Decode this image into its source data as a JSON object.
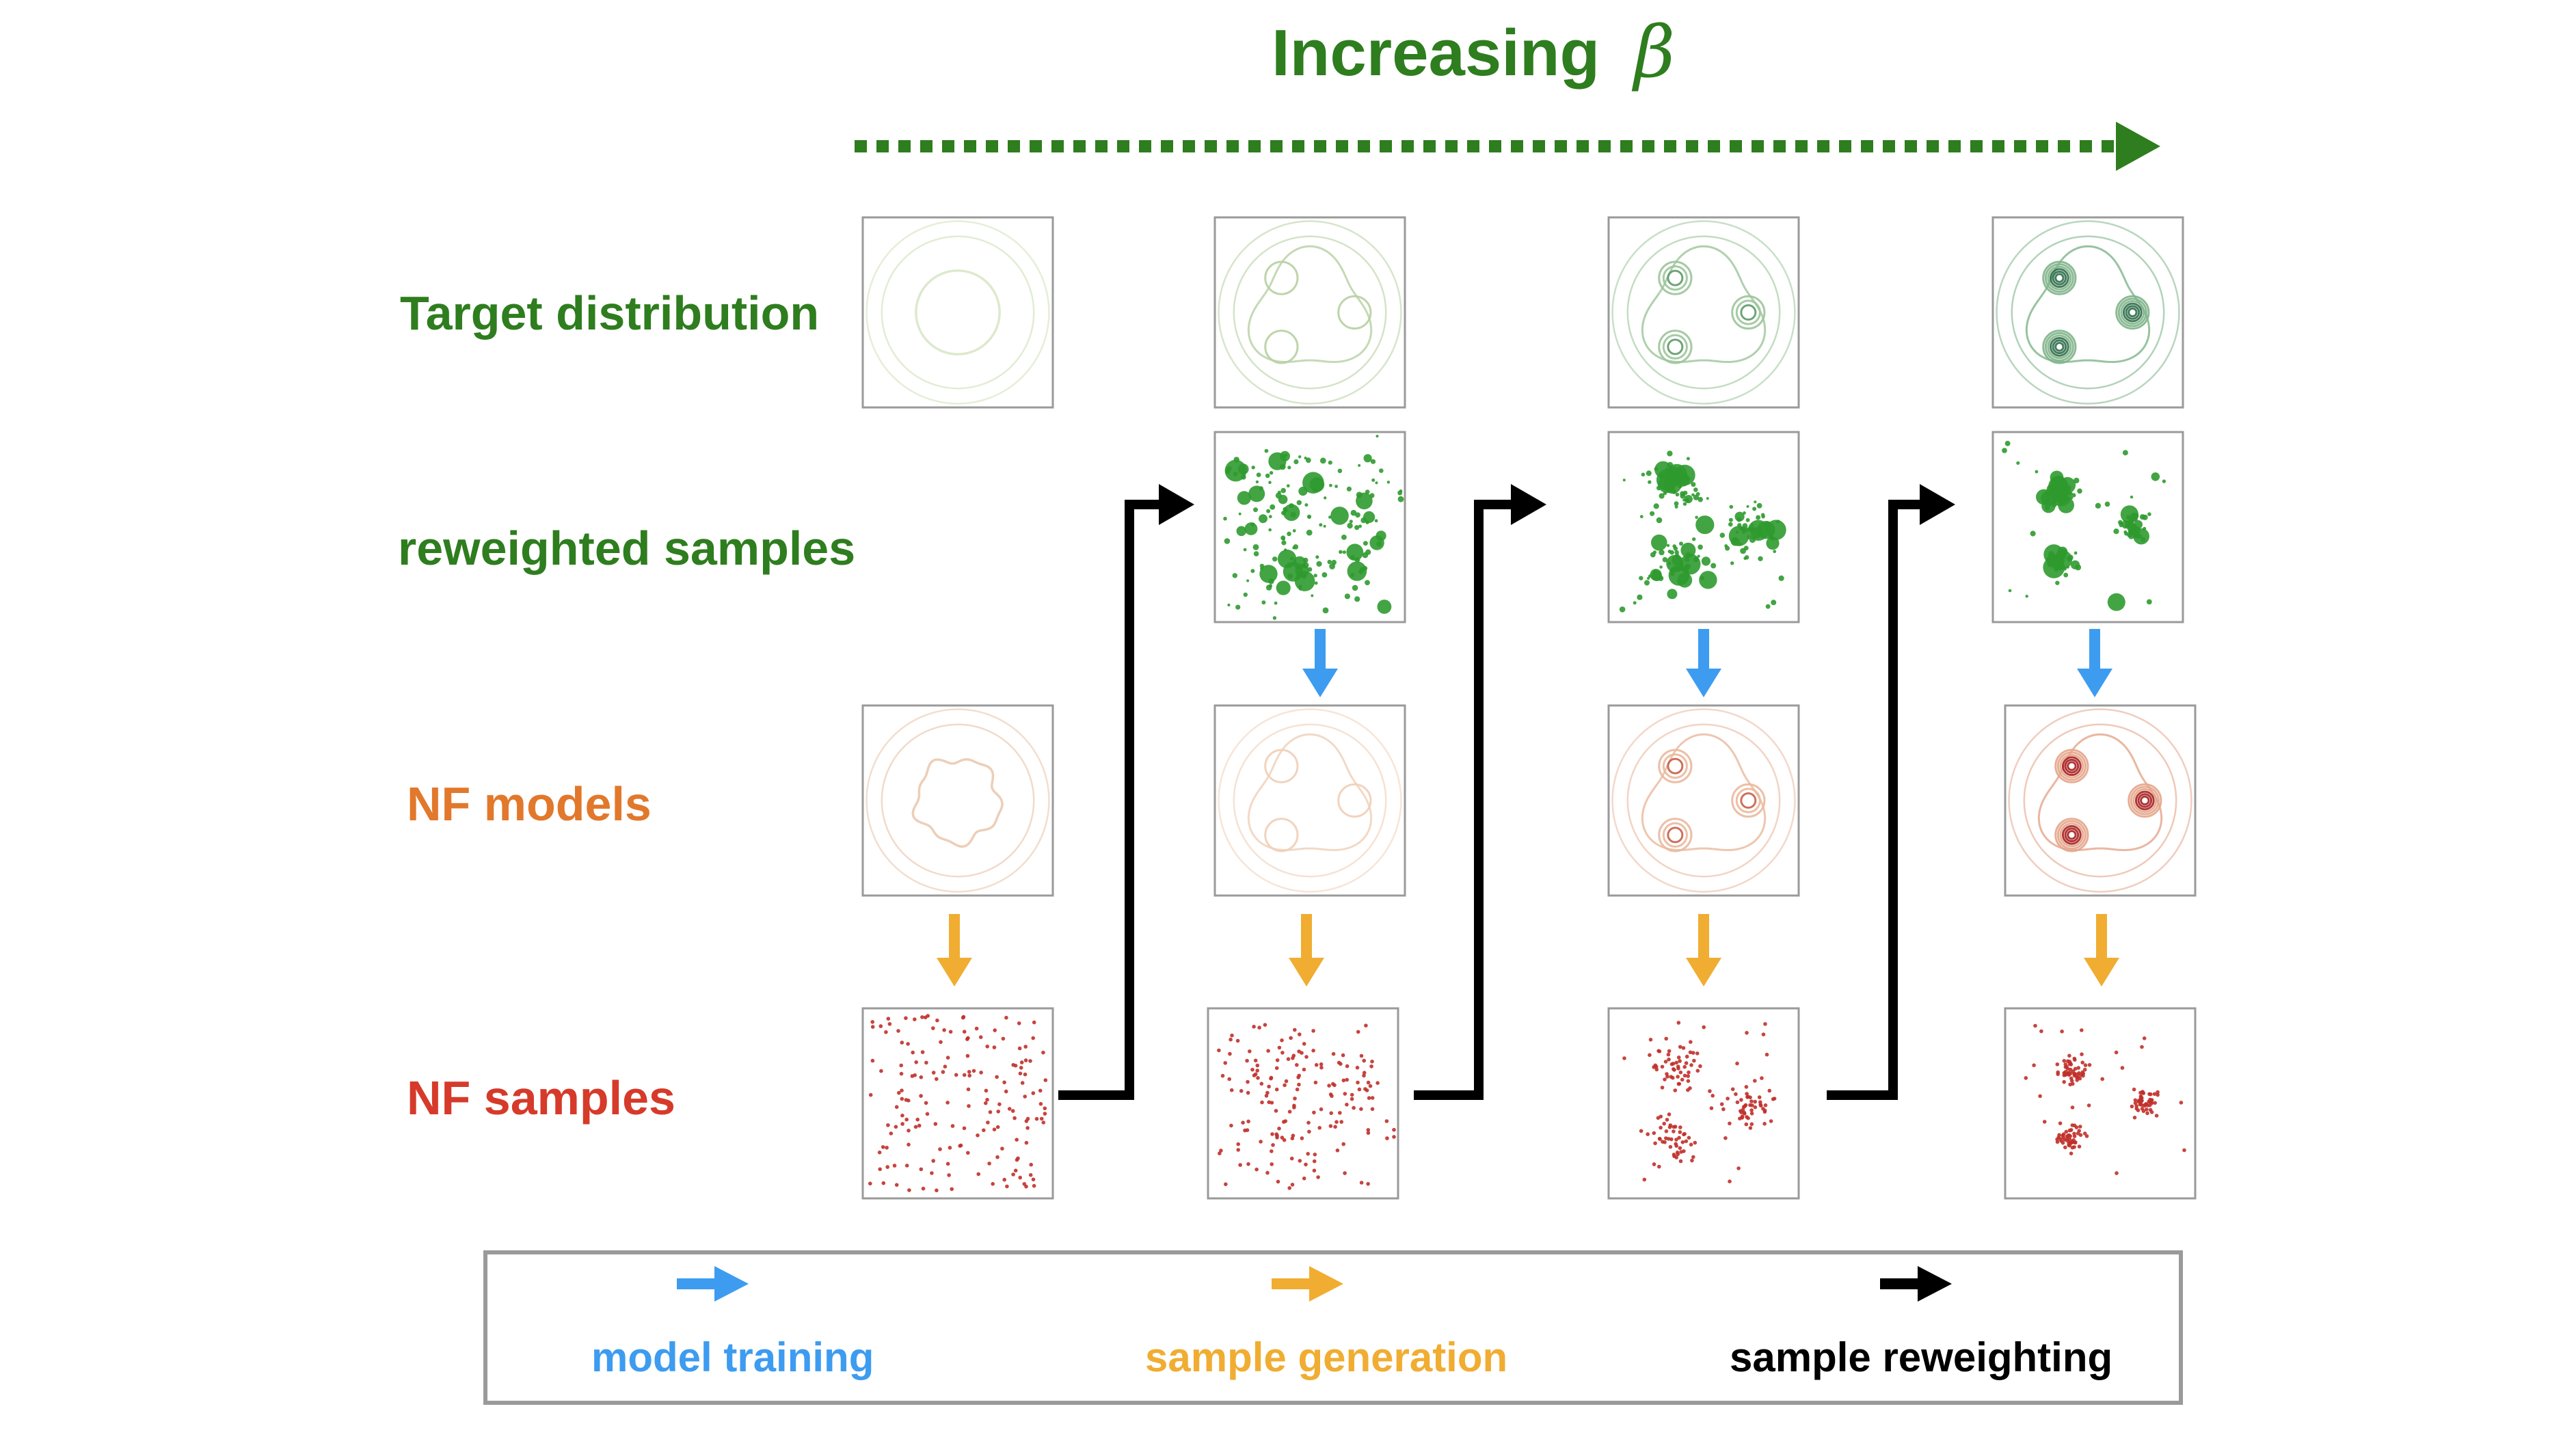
{
  "header": {
    "title": "Increasing",
    "symbol": "β"
  },
  "rows": {
    "target": "Target distribution",
    "reweighted": "reweighted samples",
    "nf_models": "NF models",
    "nf_samples": "NF samples"
  },
  "legend": {
    "model_training": "model training",
    "sample_generation": "sample generation",
    "sample_reweighting": "sample reweighting"
  },
  "colors": {
    "green_text": "#2e7d1e",
    "orange_text": "#e2782b",
    "red_text": "#d63a2a",
    "blue_arrow": "#3d9cf0",
    "orange_arrow": "#f0ad32",
    "black_arrow": "#000000",
    "green_contour": "#3a8a4a",
    "orange_contour": "#e0a07a",
    "red_contour": "#a82020",
    "sample_green": "#2f9a2f",
    "sample_red": "#c0302a",
    "frame": "#9a9a9a"
  },
  "icons": {
    "arrow_blue": "arrow-right-icon",
    "arrow_orange": "arrow-right-icon",
    "arrow_black": "arrow-right-icon"
  }
}
